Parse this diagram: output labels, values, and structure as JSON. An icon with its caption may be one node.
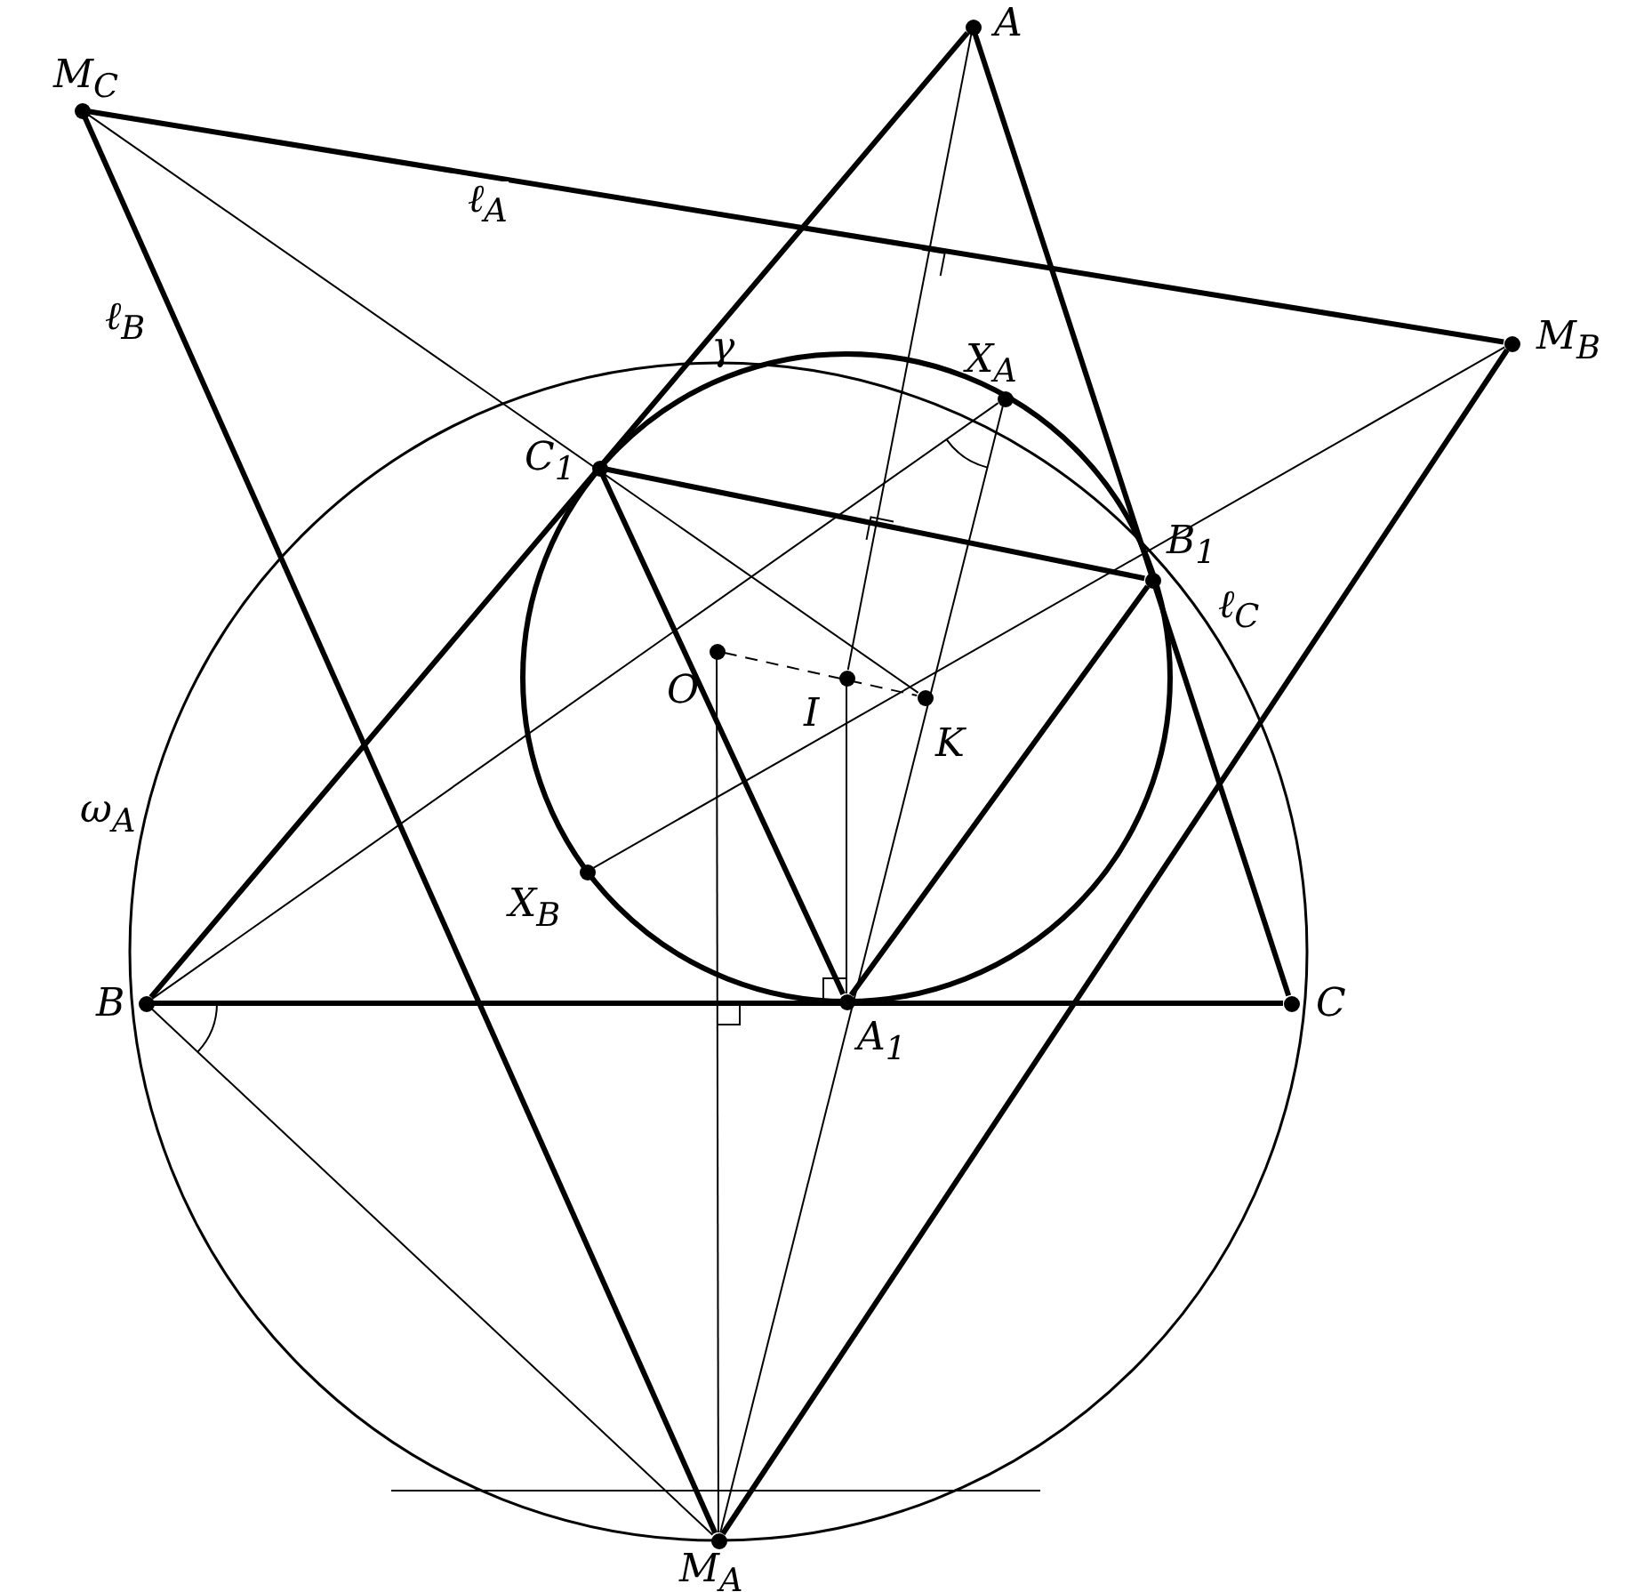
{
  "diagram": {
    "nodes": [
      {
        "text": [
          "A"
        ]
      },
      {
        "text": [
          "M$_{C}$"
        ]
      },
      {
        "text": [
          "M$_{B}$"
        ]
      },
      {
        "text": [
          "X$_{A}$"
        ]
      },
      {
        "text": [
          "C$_{1}$"
        ]
      },
      {
        "text": [
          "B$_{1}$"
        ]
      },
      {
        "text": [
          "O"
        ]
      },
      {
        "text": [
          "I"
        ]
      },
      {
        "text": [
          "K"
        ]
      },
      {
        "text": [
          "X$_{B}$"
        ]
      },
      {
        "text": [
          "B"
        ]
      },
      {
        "text": [
          "A$_{1}$"
        ]
      },
      {
        "text": [
          "C"
        ]
      },
      {
        "text": [
          "M$_{A}$"
        ]
      }
    ],
    "labels": [
      "γ",
      "ω$_{A}$"
    ],
    "edges": [
      {
        "from": 10,
        "to": 0,
        "arrow": "none",
        "style": "thick"
      },
      {
        "from": 0,
        "to": 12,
        "arrow": "none",
        "style": "thick"
      },
      {
        "from": 10,
        "to": 12,
        "arrow": "none",
        "style": "thick"
      },
      {
        "from": 4,
        "to": 5,
        "arrow": "none",
        "style": "thick"
      },
      {
        "from": 4,
        "to": 11,
        "arrow": "none",
        "style": "thick"
      },
      {
        "from": 11,
        "to": 5,
        "arrow": "none",
        "style": "thick"
      },
      {
        "from": 1,
        "to": 2,
        "arrow": "none",
        "style": "thick",
        "label": "ℓ$_{A}$"
      },
      {
        "from": 1,
        "to": 13,
        "arrow": "none",
        "style": "thick",
        "label": "ℓ$_{B}$"
      },
      {
        "from": 13,
        "to": 2,
        "arrow": "none",
        "style": "thick",
        "label": "ℓ$_{C}$"
      },
      {
        "from": 1,
        "to": 8,
        "arrow": "none"
      },
      {
        "from": 2,
        "to": 9,
        "arrow": "none"
      },
      {
        "from": 10,
        "to": 3,
        "arrow": "none"
      },
      {
        "from": 3,
        "to": 13,
        "arrow": "none"
      },
      {
        "from": 0,
        "to": 7,
        "arrow": "none"
      },
      {
        "from": 7,
        "to": 11,
        "arrow": "none"
      },
      {
        "from": 6,
        "to": 13,
        "arrow": "none"
      },
      {
        "from": 10,
        "to": 13,
        "arrow": "none"
      },
      {
        "from": 6,
        "to": 8,
        "arrow": "none",
        "style": "dashed"
      }
    ]
  }
}
